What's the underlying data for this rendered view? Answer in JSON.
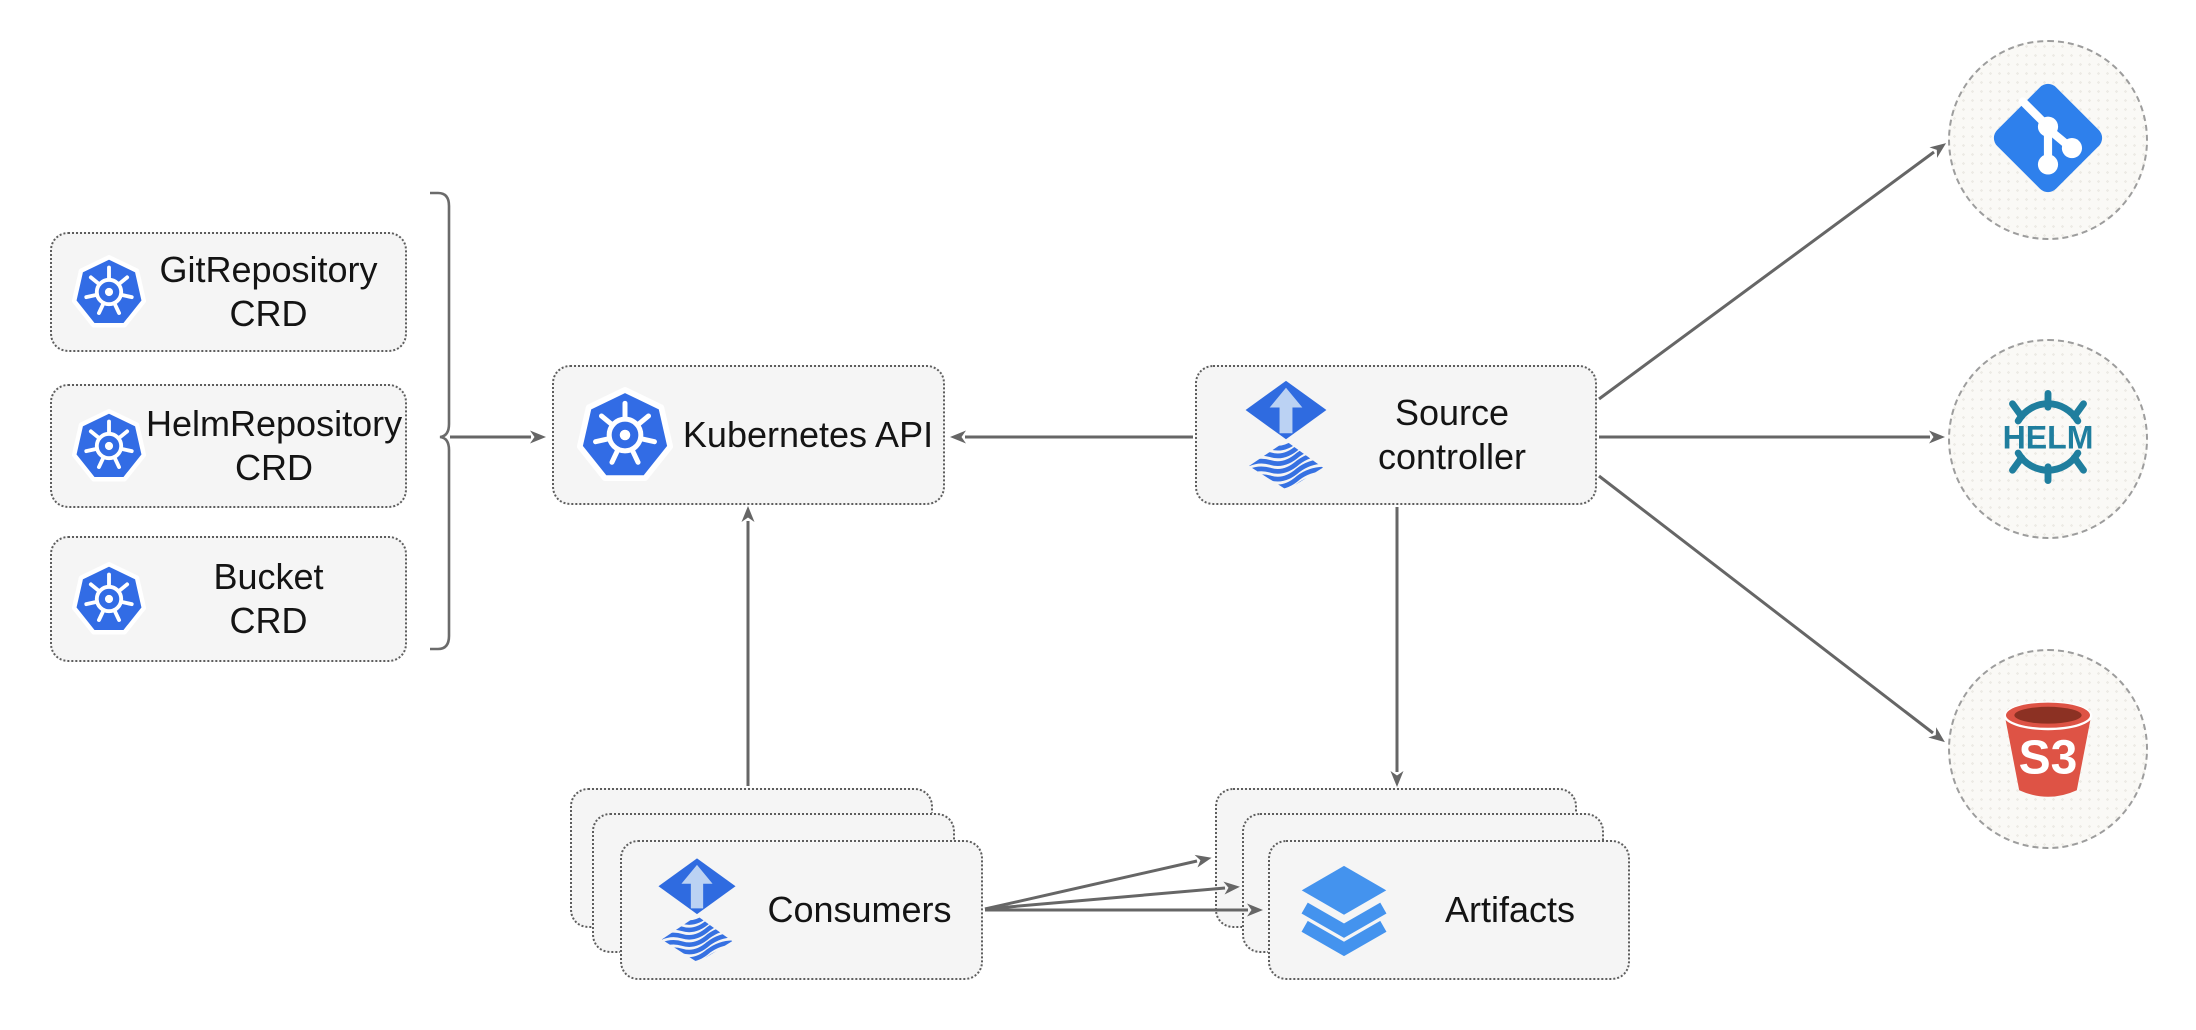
{
  "diagram": {
    "title_hint": "Flux source-controller architecture",
    "crd_boxes": [
      {
        "id": "gitrepository-crd",
        "line1": "GitRepository",
        "line2": "CRD",
        "icon": "kubernetes-icon"
      },
      {
        "id": "helmrepository-crd",
        "line1": "HelmRepository",
        "line2": "CRD",
        "icon": "kubernetes-icon"
      },
      {
        "id": "bucket-crd",
        "line1": "Bucket",
        "line2": "CRD",
        "icon": "kubernetes-icon"
      }
    ],
    "kubernetes_api": {
      "label": "Kubernetes API",
      "icon": "kubernetes-icon"
    },
    "source_controller": {
      "line1": "Source",
      "line2": "controller",
      "icon": "flux-icon"
    },
    "consumers": {
      "label": "Consumers",
      "icon": "flux-icon",
      "stack_count": 3
    },
    "artifacts": {
      "label": "Artifacts",
      "icon": "layers-icon",
      "stack_count": 3
    },
    "external_sources": [
      {
        "id": "git",
        "icon": "git-icon",
        "label": ""
      },
      {
        "id": "helm",
        "icon": "helm-icon",
        "label": "HELM"
      },
      {
        "id": "s3",
        "icon": "s3-bucket-icon",
        "label": "S3"
      }
    ],
    "connections": [
      {
        "from": "crd-group-bracket",
        "to": "kubernetes-api"
      },
      {
        "from": "source-controller",
        "to": "kubernetes-api"
      },
      {
        "from": "consumers",
        "to": "kubernetes-api"
      },
      {
        "from": "source-controller",
        "to": "artifacts"
      },
      {
        "from": "consumers",
        "to": "artifacts",
        "count": 3
      },
      {
        "from": "source-controller",
        "to": "git"
      },
      {
        "from": "source-controller",
        "to": "helm"
      },
      {
        "from": "source-controller",
        "to": "s3"
      }
    ],
    "colors": {
      "kubernetes_blue": "#326CE5",
      "flux_blue": "#316CE4",
      "flux_arrow_light": "#BBD2F3",
      "git_blue": "#2E80EC",
      "helm_teal": "#1F7E9E",
      "s3_red": "#DE5345",
      "s3_dark": "#8C3123",
      "layers_blue": "#4493EE",
      "arrow_gray": "#666666",
      "box_fill": "#F5F5F5",
      "circle_fill": "#FAF9F6"
    }
  }
}
